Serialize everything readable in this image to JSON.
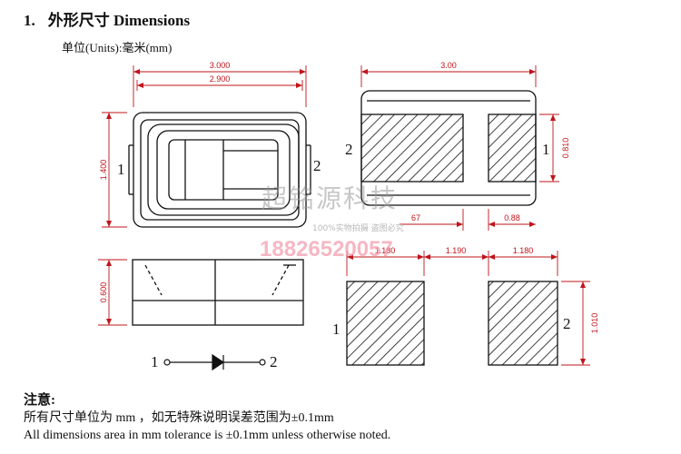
{
  "heading": {
    "number": "1.",
    "title": "外形尺寸 Dimensions"
  },
  "units": "单位(Units):毫米(mm)",
  "dimensions": {
    "top_width_outer": "3.000",
    "top_width_inner": "2.900",
    "top_height": "1.400",
    "bottom_width": "3.00",
    "pad_height": "0.810",
    "gap_right": "0.88",
    "gap_left": "67",
    "side_height": "0.600",
    "footprint_left": "1.180",
    "footprint_gap": "1.190",
    "footprint_right": "1.180",
    "footprint_height": "1.010"
  },
  "pins": {
    "top_left": "1",
    "top_right": "2",
    "bottom_left": "2",
    "bottom_right": "1",
    "fp_left": "1",
    "fp_right": "2",
    "diode_left": "1",
    "diode_right": "2"
  },
  "watermark": {
    "company": "超铭源科技",
    "note": "100%实物拍摄  盗图必究",
    "phone": "18826520057"
  },
  "notes": {
    "title": "注意:",
    "line_cn": "所有尺寸单位为 mm ，如无特殊说明误差范围为±0.1mm",
    "line_en": "All dimensions area in mm tolerance is ±0.1mm unless otherwise noted."
  },
  "colors": {
    "dimension": "#c0141a",
    "outline": "#111111",
    "watermark_phone": "#f2a0b0"
  }
}
